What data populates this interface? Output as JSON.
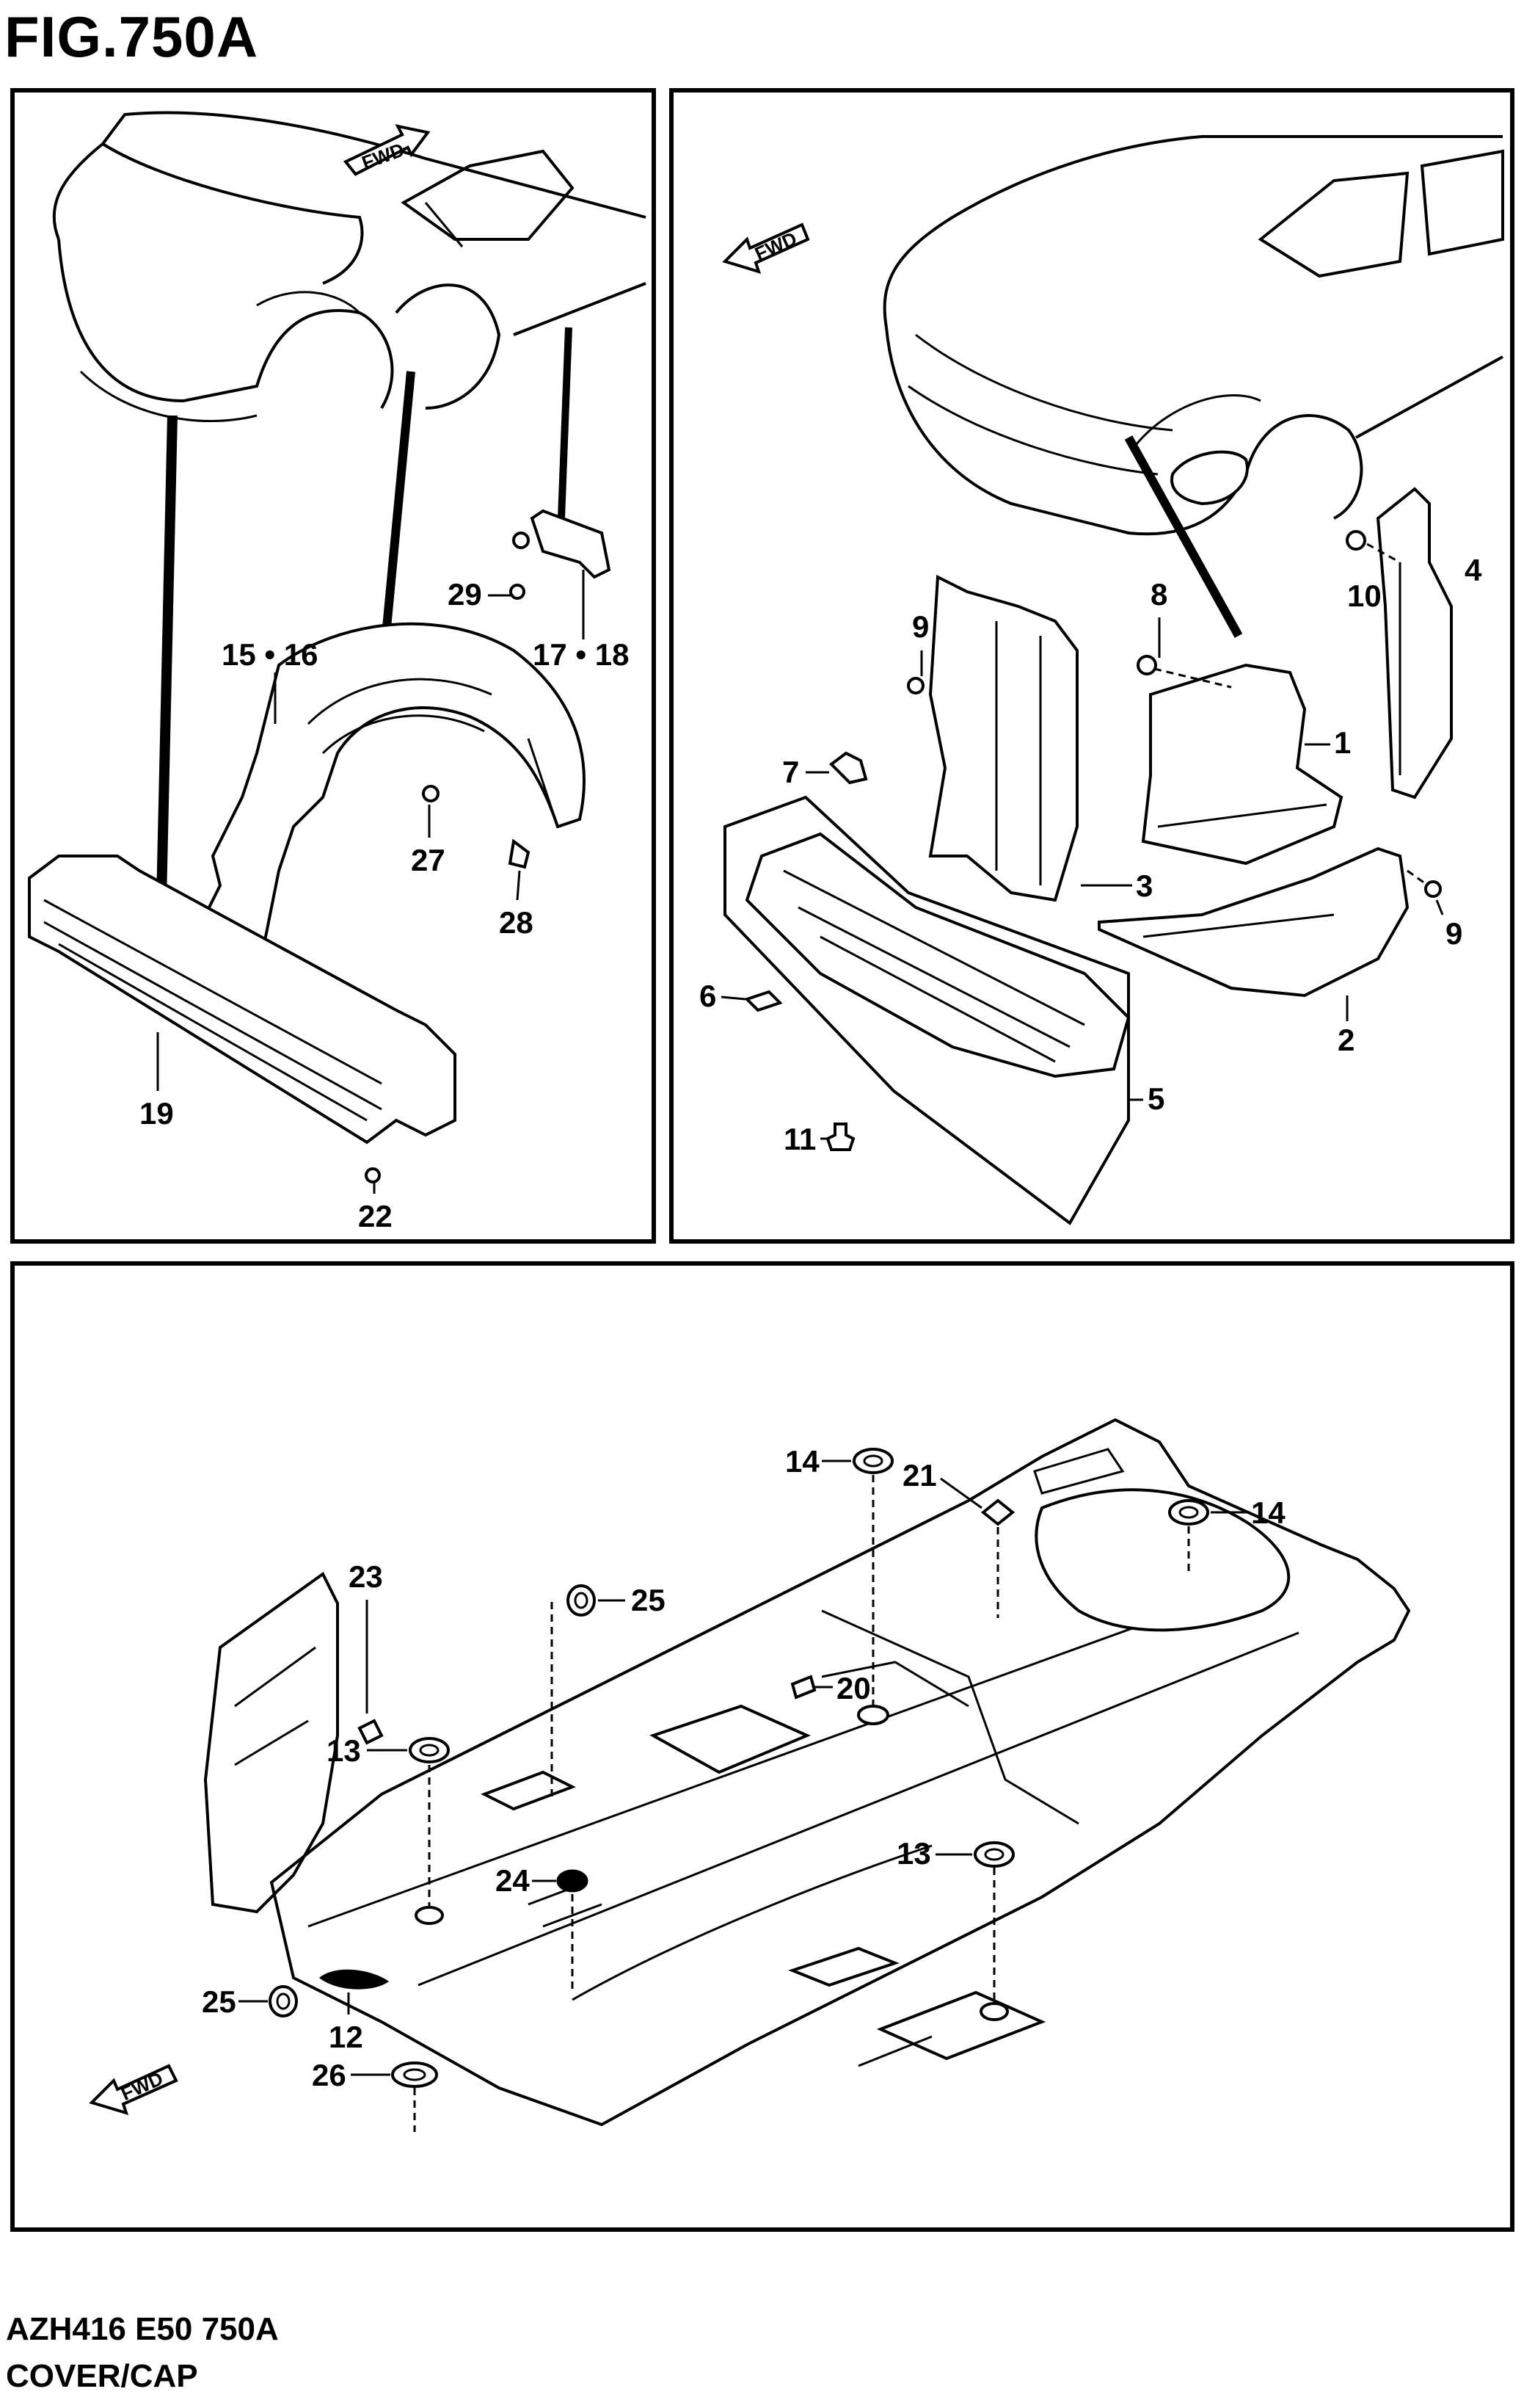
{
  "figure": {
    "title": "FIG.750A"
  },
  "fwd_label": "FWD",
  "panels": {
    "top_left": {
      "callouts": {
        "c15_16": "15 • 16",
        "c17_18": "17 • 18",
        "c19": "19",
        "c22": "22",
        "c27": "27",
        "c28": "28",
        "c29": "29"
      }
    },
    "top_right": {
      "callouts": {
        "c1": "1",
        "c2": "2",
        "c3": "3",
        "c4": "4",
        "c5": "5",
        "c6": "6",
        "c7": "7",
        "c8": "8",
        "c9a": "9",
        "c9b": "9",
        "c10": "10",
        "c11": "11"
      }
    },
    "bottom": {
      "callouts": {
        "c12": "12",
        "c13a": "13",
        "c13b": "13",
        "c14a": "14",
        "c14b": "14",
        "c20": "20",
        "c21": "21",
        "c23": "23",
        "c24": "24",
        "c25a": "25",
        "c25b": "25",
        "c26": "26"
      }
    }
  },
  "footer": {
    "code": "AZH416 E50 750A",
    "description": "COVER/CAP"
  }
}
